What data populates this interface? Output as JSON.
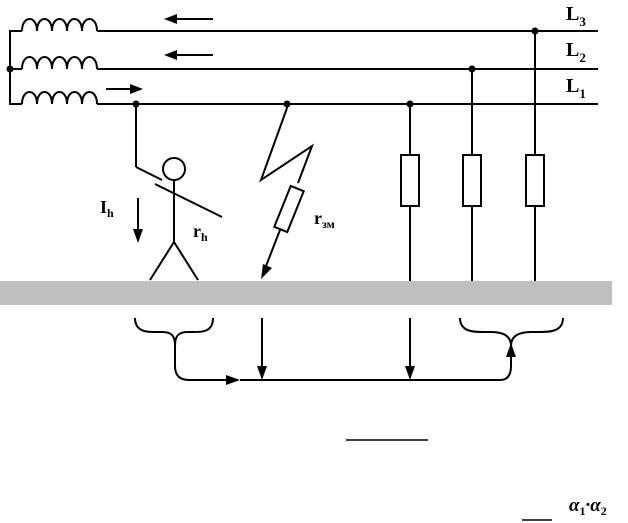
{
  "lines": {
    "l3": {
      "main": "L",
      "sub": "3"
    },
    "l2": {
      "main": "L",
      "sub": "2"
    },
    "l1": {
      "main": "L",
      "sub": "1"
    }
  },
  "labels": {
    "ih": {
      "main": "I",
      "sub": "h"
    },
    "rh": {
      "main": "r",
      "sub": "h"
    },
    "rzm": {
      "main": "r",
      "sub": "зм"
    }
  },
  "formula": {
    "a1": {
      "main": "α",
      "sub": "1"
    },
    "dot": "·",
    "a2": {
      "main": "α",
      "sub": "2"
    }
  },
  "colors": {
    "ground": "#bfbfbf",
    "stroke": "#000000"
  }
}
